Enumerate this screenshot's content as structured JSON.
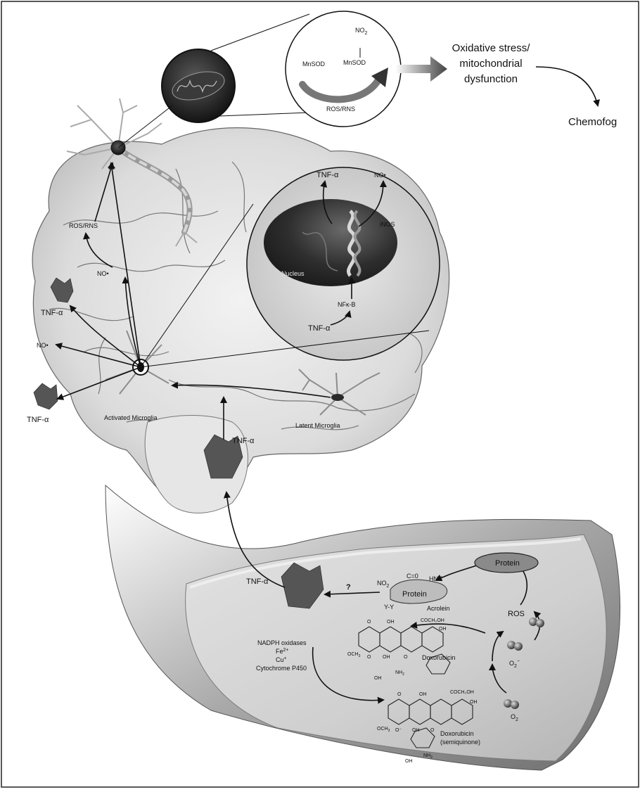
{
  "top": {
    "no2": "NO",
    "no2_sub": "2",
    "mnsod_left": "MnSOD",
    "mnsod_right": "MnSOD",
    "ros_rns": "ROS/RNS",
    "oxidative_line1": "Oxidative stress/",
    "oxidative_line2": "mitochondrial",
    "oxidative_line3": "dysfunction",
    "chemofog": "Chemofog"
  },
  "brain": {
    "ros_rns": "ROS/RNS",
    "no_upper": "NO•",
    "tnf_left": "TNF-α",
    "no_left": "NO•",
    "tnf_bottom_left": "TNF-α",
    "activated_microglia": "Activated Microglia",
    "latent_microglia": "Latent Microglia",
    "tnf_brainstem": "TNF-α"
  },
  "nucleus": {
    "tnf_top": "TNF-α",
    "no_top": "NO•",
    "inos": "iNOS",
    "nucleus_label": "Nucleus",
    "nfkb": "NFκ-B",
    "tnf_bottom": "TNF-α"
  },
  "vessel": {
    "protein_right": "Protein",
    "tnf": "TNF-α",
    "question": "?",
    "no2": "NO",
    "no2_sub": "2",
    "c_eq_o": "C=0",
    "hne": "HNE",
    "protein_center": "Protein",
    "yy": "Y-Y",
    "acrolein": "Acrolein",
    "ros": "ROS",
    "nadph": "NADPH oxidases",
    "fe": "Fe",
    "fe_sup": "2+",
    "cu": "Cu",
    "cu_sup": "+",
    "cyp": "Cytochrome P450",
    "doxorubicin": "Doxorubicin",
    "doxorubicin_semi_1": "Doxorubicin",
    "doxorubicin_semi_2": "(semiquinone)",
    "o2_minus": "O",
    "o2_minus_sub": "2",
    "o2_minus_sup": "−",
    "o2": "O",
    "o2_sub": "2"
  },
  "chem": {
    "o1": "O",
    "oh1": "OH",
    "coch2oh1": "COCH₂OH",
    "oh1b": "OH",
    "och3_1": "OCH",
    "och3_1_sub": "3",
    "o1b": "O",
    "oh1c": "OH",
    "o1c": "O",
    "nh2_1": "NH",
    "nh2_1_sub": "2",
    "oh1d": "OH",
    "o2a": "O",
    "oh2": "OH",
    "coch2oh2": "COCH₂OH",
    "oh2b": "OH",
    "och3_2": "OCH",
    "och3_2_sub": "3",
    "ominus": "O⁻",
    "oh2c": "OH",
    "o2c": "O",
    "nh2_2": "NH",
    "nh2_2_sub": "2",
    "oh2d": "OH"
  }
}
